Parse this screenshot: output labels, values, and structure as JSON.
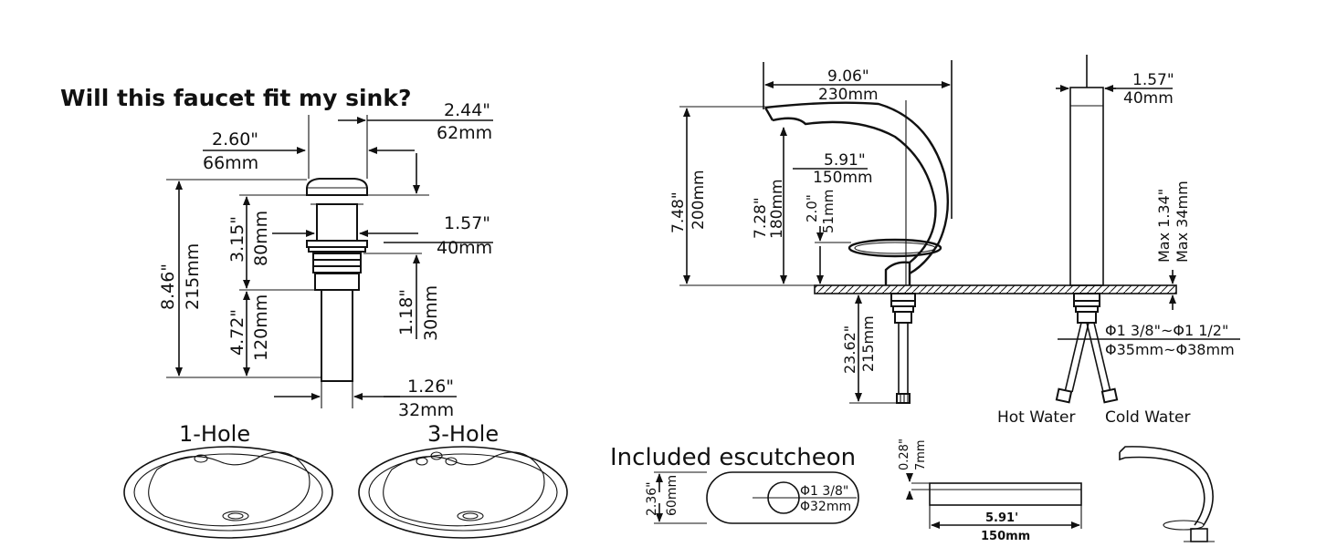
{
  "heading": "Will this faucet fit my sink?",
  "drain": {
    "top_width_in": "2.44\"",
    "top_width_mm": "62mm",
    "body_width_in": "2.60\"",
    "body_width_mm": "66mm",
    "total_height_in": "8.46\"",
    "total_height_mm": "215mm",
    "cap_height_in": "3.15\"",
    "cap_height_mm": "80mm",
    "flange_in": "1.57\"",
    "flange_mm": "40mm",
    "thread_in": "1.18\"",
    "thread_mm": "30mm",
    "tail_height_in": "4.72\"",
    "tail_height_mm": "120mm",
    "tail_width_in": "1.26\"",
    "tail_width_mm": "32mm"
  },
  "sinks": {
    "one_hole": "1-Hole",
    "three_hole": "3-Hole"
  },
  "escutcheon": {
    "title": "Included escutcheon",
    "height_in": "2.36\"",
    "height_mm": "60mm",
    "hole_in": "Φ1 3/8\"",
    "hole_mm": "Φ32mm",
    "thick_in": "0.28\"",
    "thick_mm": "7mm",
    "length_in": "5.91'",
    "length_mm": "150mm"
  },
  "faucet": {
    "reach_in": "9.06\"",
    "reach_mm": "230mm",
    "height_in": "7.48\"",
    "height_mm": "200mm",
    "spout_in": "7.28\"",
    "spout_mm": "180mm",
    "inner_in": "5.91\"",
    "inner_mm": "150mm",
    "handle_in": "2.0\"",
    "handle_mm": "51mm",
    "hose_in": "23.62\"",
    "hose_mm": "215mm"
  },
  "side": {
    "width_in": "1.57\"",
    "width_mm": "40mm",
    "deck_in": "Max 1.34\"",
    "deck_mm": "Max 34mm",
    "hole_in": "Φ1 3/8\"~Φ1 1/2\"",
    "hole_mm": "Φ35mm~Φ38mm",
    "hot": "Hot Water",
    "cold": "Cold Water"
  }
}
